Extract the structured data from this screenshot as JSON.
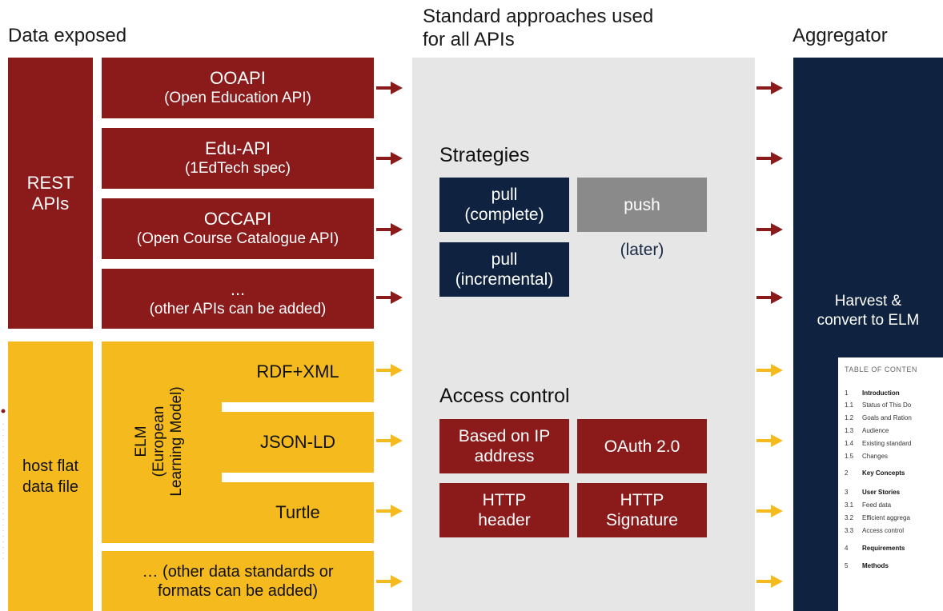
{
  "headers": {
    "data_exposed": "Data exposed",
    "standard_line1": "Standard approaches used",
    "standard_line2": "for all APIs",
    "aggregator": "Aggregator"
  },
  "rest": {
    "label_line1": "REST",
    "label_line2": "APIs",
    "apis": [
      {
        "name": "OOAPI",
        "sub": "(Open Education API)"
      },
      {
        "name": "Edu-API",
        "sub": "(1EdTech spec)"
      },
      {
        "name": "OCCAPI",
        "sub": "(Open Course Catalogue API)"
      },
      {
        "name": "...",
        "sub": "(other APIs can be added)"
      }
    ]
  },
  "flat": {
    "label_line1": "host flat",
    "label_line2": "data file",
    "elm": [
      "ELM",
      "(European",
      "Learning Model)"
    ],
    "formats": [
      "RDF+XML",
      "JSON-LD",
      "Turtle"
    ],
    "other_line1": "… (other data standards or",
    "other_line2": "formats can be added)"
  },
  "strategies": {
    "title": "Strategies",
    "pull_complete": [
      "pull",
      "(complete)"
    ],
    "pull_incremental": [
      "pull",
      "(incremental)"
    ],
    "push": "push",
    "later": "(later)"
  },
  "access": {
    "title": "Access control",
    "ip": [
      "Based on IP",
      "address"
    ],
    "oauth": "OAuth 2.0",
    "http_header": [
      "HTTP",
      "header"
    ],
    "http_sig": [
      "HTTP",
      "Signature"
    ]
  },
  "aggregator_box": {
    "line1": "Harvest &",
    "line2": "convert to ELM"
  },
  "toc": {
    "title": "TABLE OF CONTEN",
    "rows": [
      {
        "num": "1",
        "text": "Introduction",
        "bold": true
      },
      {
        "num": "1.1",
        "text": "Status of This Do",
        "bold": false
      },
      {
        "num": "1.2",
        "text": "Goals and Ration",
        "bold": false
      },
      {
        "num": "1.3",
        "text": "Audience",
        "bold": false
      },
      {
        "num": "1.4",
        "text": "Existing standard",
        "bold": false
      },
      {
        "num": "1.5",
        "text": "Changes",
        "bold": false
      },
      {
        "num": "2",
        "text": "Key Concepts",
        "bold": true
      },
      {
        "num": "3",
        "text": "User Stories",
        "bold": true
      },
      {
        "num": "3.1",
        "text": "Feed data",
        "bold": false
      },
      {
        "num": "3.2",
        "text": "Efficient aggrega",
        "bold": false
      },
      {
        "num": "3.3",
        "text": "Access control",
        "bold": false
      },
      {
        "num": "4",
        "text": "Requirements",
        "bold": true
      },
      {
        "num": "5",
        "text": "Methods",
        "bold": true
      }
    ]
  },
  "colors": {
    "red": "#8b1a1a",
    "yellow": "#f5bb1e",
    "navy": "#0f2340",
    "grey": "#8a8a8a",
    "panel": "#e6e6e6"
  }
}
